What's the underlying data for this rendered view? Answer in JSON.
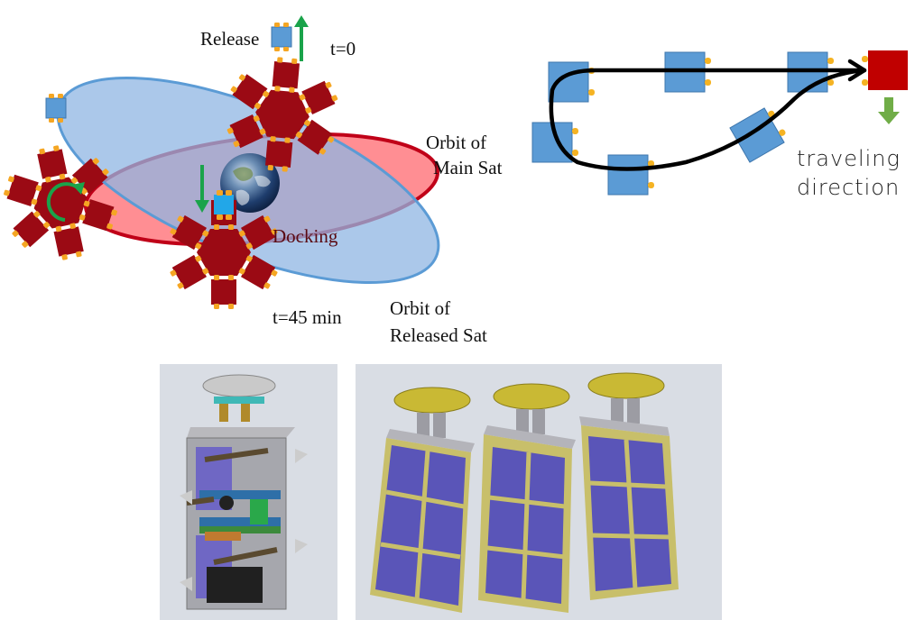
{
  "orbit_diagram": {
    "labels": {
      "release": "Release",
      "t0": "t=0",
      "main_orbit_line1": "Orbit of",
      "main_orbit_line2": "Main Sat",
      "docking": "Docking",
      "t45": "t=45 min",
      "released_orbit_line1": "Orbit of",
      "released_orbit_line2": "Released Sat"
    },
    "colors": {
      "main_orbit": "#c00018",
      "main_orbit_fill": "#ff7a80",
      "released_orbit": "#5b9bd5",
      "released_orbit_fill": "#9dbfe6",
      "hexsat": "#9b0a14",
      "panel_pad": "#f5a623",
      "arrow": "#1aa34a",
      "small_sat": "#5b9bd5"
    }
  },
  "trajectory_diagram": {
    "labels": {
      "direction_line1": "traveling",
      "direction_line2": "direction"
    },
    "colors": {
      "sat_blue": "#5b9bd5",
      "target_red": "#c00000",
      "path": "#000000",
      "arrow_green": "#70ad47"
    }
  },
  "photos": {
    "single_sat": "single-satellite-cad-render",
    "triple_sat": "three-satellite-cad-render"
  }
}
